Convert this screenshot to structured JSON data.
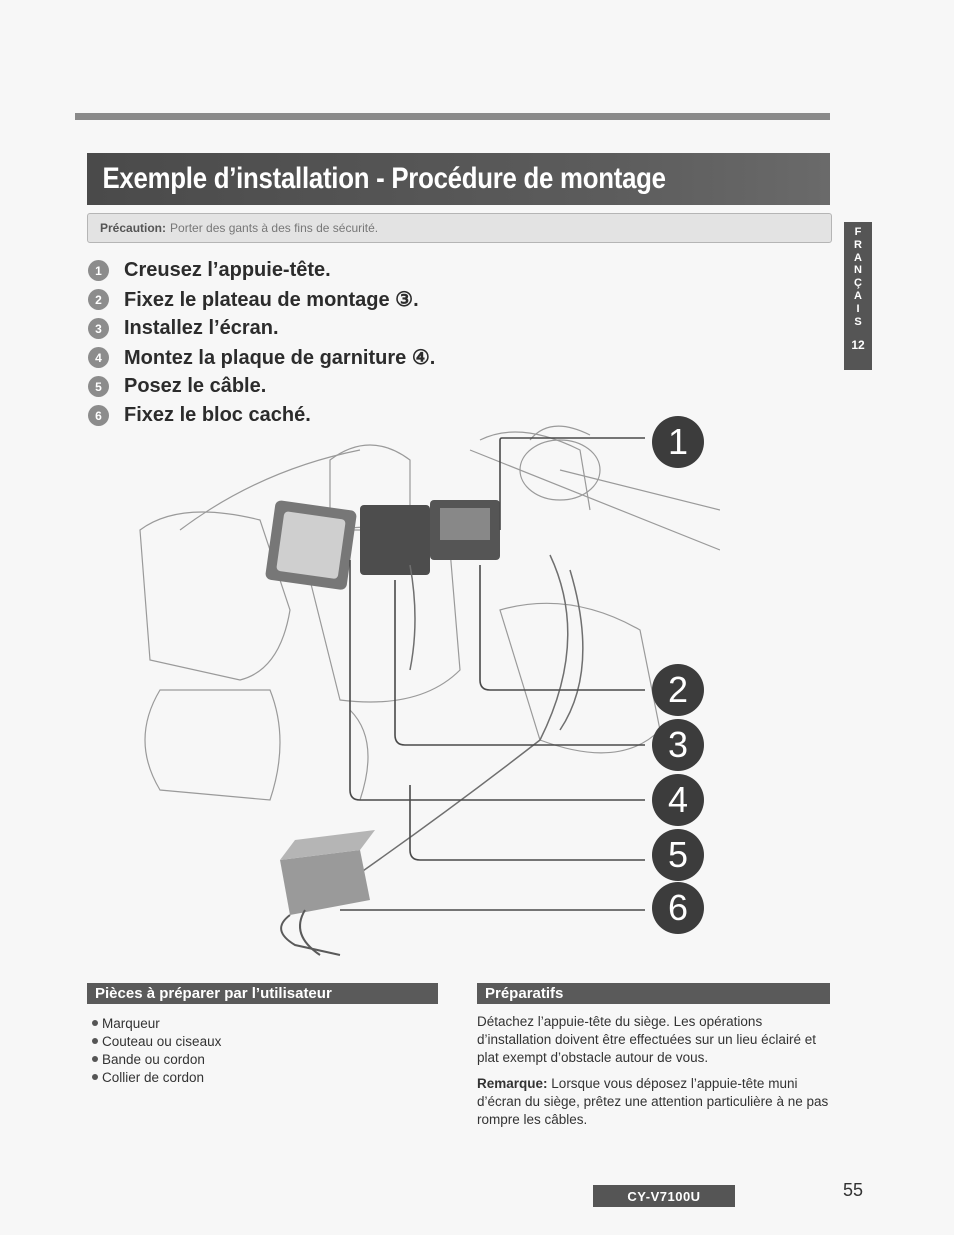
{
  "header": {
    "title": "Exemple d’installation - Procédure de montage",
    "caution_label": "Précaution:",
    "caution_text": "Porter des gants à des fins de sécurité."
  },
  "steps": [
    {
      "num": "1",
      "text": "Creusez l’appuie-tête."
    },
    {
      "num": "2",
      "text": "Fixez le plateau de montage ③."
    },
    {
      "num": "3",
      "text": "Installez l’écran."
    },
    {
      "num": "4",
      "text": "Montez la plaque de garniture ④."
    },
    {
      "num": "5",
      "text": "Posez le câble."
    },
    {
      "num": "6",
      "text": "Fixez le bloc caché."
    }
  ],
  "side_tab": {
    "letters": [
      "F",
      "R",
      "A",
      "N",
      "Ç",
      "A",
      "I",
      "S"
    ],
    "number": "12"
  },
  "illustration": {
    "callouts": [
      "1",
      "2",
      "3",
      "4",
      "5",
      "6"
    ]
  },
  "parts_section": {
    "title": "Pièces à préparer par l’utilisateur",
    "items": [
      "Marqueur",
      "Couteau ou ciseaux",
      "Bande ou cordon",
      "Collier de cordon"
    ]
  },
  "prep_section": {
    "title": "Préparatifs",
    "paragraph": "Détachez l’appuie-tête du siège. Les opérations d’installation doivent être effectuées sur un lieu éclairé et plat exempt d’obstacle autour de vous.",
    "remark_label": "Remarque:",
    "remark_text": "Lorsque vous déposez l’appuie-tête muni d’écran du siège, prêtez une attention particulière à ne pas rompre les câbles."
  },
  "footer": {
    "model": "CY-V7100U",
    "page_number": "55"
  },
  "colors": {
    "title_bar": "#4a4a4a",
    "section_bar": "#5a5a5a",
    "step_circle": "#8c8c8c",
    "callout": "#3c3c3c"
  }
}
